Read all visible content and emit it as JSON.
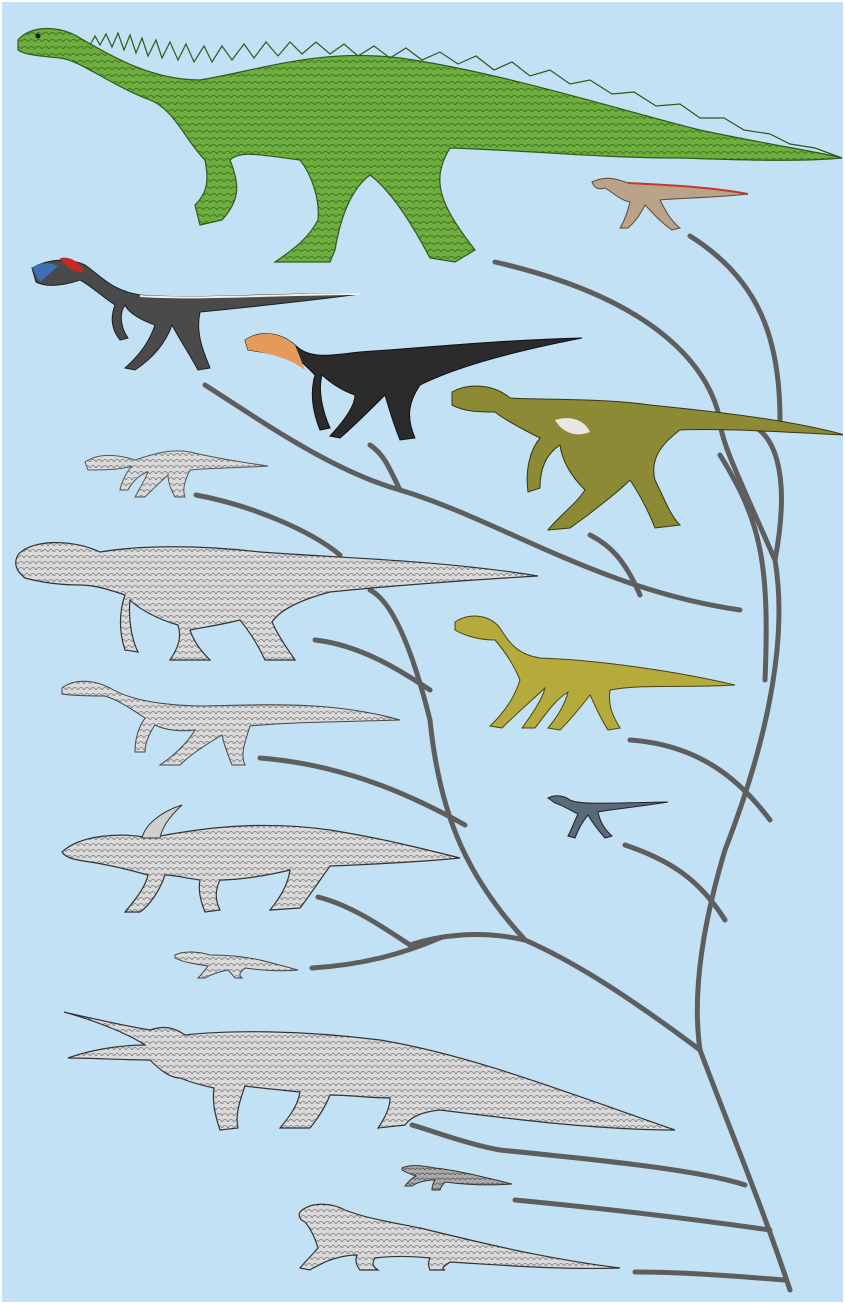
{
  "diagram": {
    "kind": "phylogenetic-tree",
    "background_color": "#c2e1f5",
    "branch_color": "#5e5e5e",
    "frame_color": "#ffffff",
    "taxa": [
      {
        "id": "sauropodomorph",
        "style": "color",
        "color": "#6fae3e",
        "stripe": "#3d7a22",
        "belly": "#c7d9a9"
      },
      {
        "id": "small-ornithischian",
        "style": "color",
        "color": "#b9a48a",
        "accent": "#c0392b"
      },
      {
        "id": "crested-theropod",
        "style": "color",
        "color": "#4a4a4a",
        "accent": "#c62828",
        "accent2": "#3f6fb5",
        "stripe": "#f2efe6"
      },
      {
        "id": "black-theropod",
        "style": "color",
        "color": "#2b2b2b",
        "accent": "#e39a5a",
        "legs": "#c9a06a"
      },
      {
        "id": "olive-theropod",
        "style": "color",
        "color": "#8c8a35",
        "accent": "#4a3a2a",
        "belly": "#e8e8e0"
      },
      {
        "id": "basal-dinosauriform",
        "style": "color",
        "color": "#b5aa3c",
        "stripe": "#6b5e1f"
      },
      {
        "id": "small-grey-theropod",
        "style": "color",
        "color": "#5a6a78",
        "stripe": "#dde3e8"
      },
      {
        "id": "slender-archosauriform",
        "style": "sketch"
      },
      {
        "id": "large-pseudosuchian",
        "style": "sketch"
      },
      {
        "id": "long-neck-pseudosuchian",
        "style": "sketch"
      },
      {
        "id": "aetosaur",
        "style": "sketch"
      },
      {
        "id": "small-sketch-reptile",
        "style": "sketch"
      },
      {
        "id": "phytosaur",
        "style": "sketch"
      },
      {
        "id": "tiny-sketch-reptile",
        "style": "sketch"
      },
      {
        "id": "rhynchosaur-like-reptile",
        "style": "sketch"
      }
    ]
  }
}
